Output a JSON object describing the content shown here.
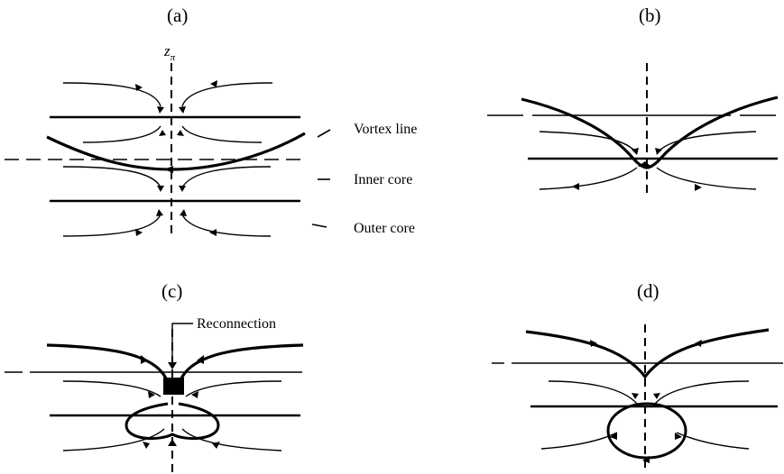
{
  "panels": [
    {
      "label": "(a)"
    },
    {
      "label": "(b)"
    },
    {
      "label": "(c)"
    },
    {
      "label": "(d)"
    }
  ],
  "axis_symbol": "z",
  "axis_subscript": "π",
  "annotations": {
    "vortex_line": "Vortex line",
    "inner_core": "Inner core",
    "outer_core": "Outer core",
    "reconnection": "Reconnection"
  }
}
